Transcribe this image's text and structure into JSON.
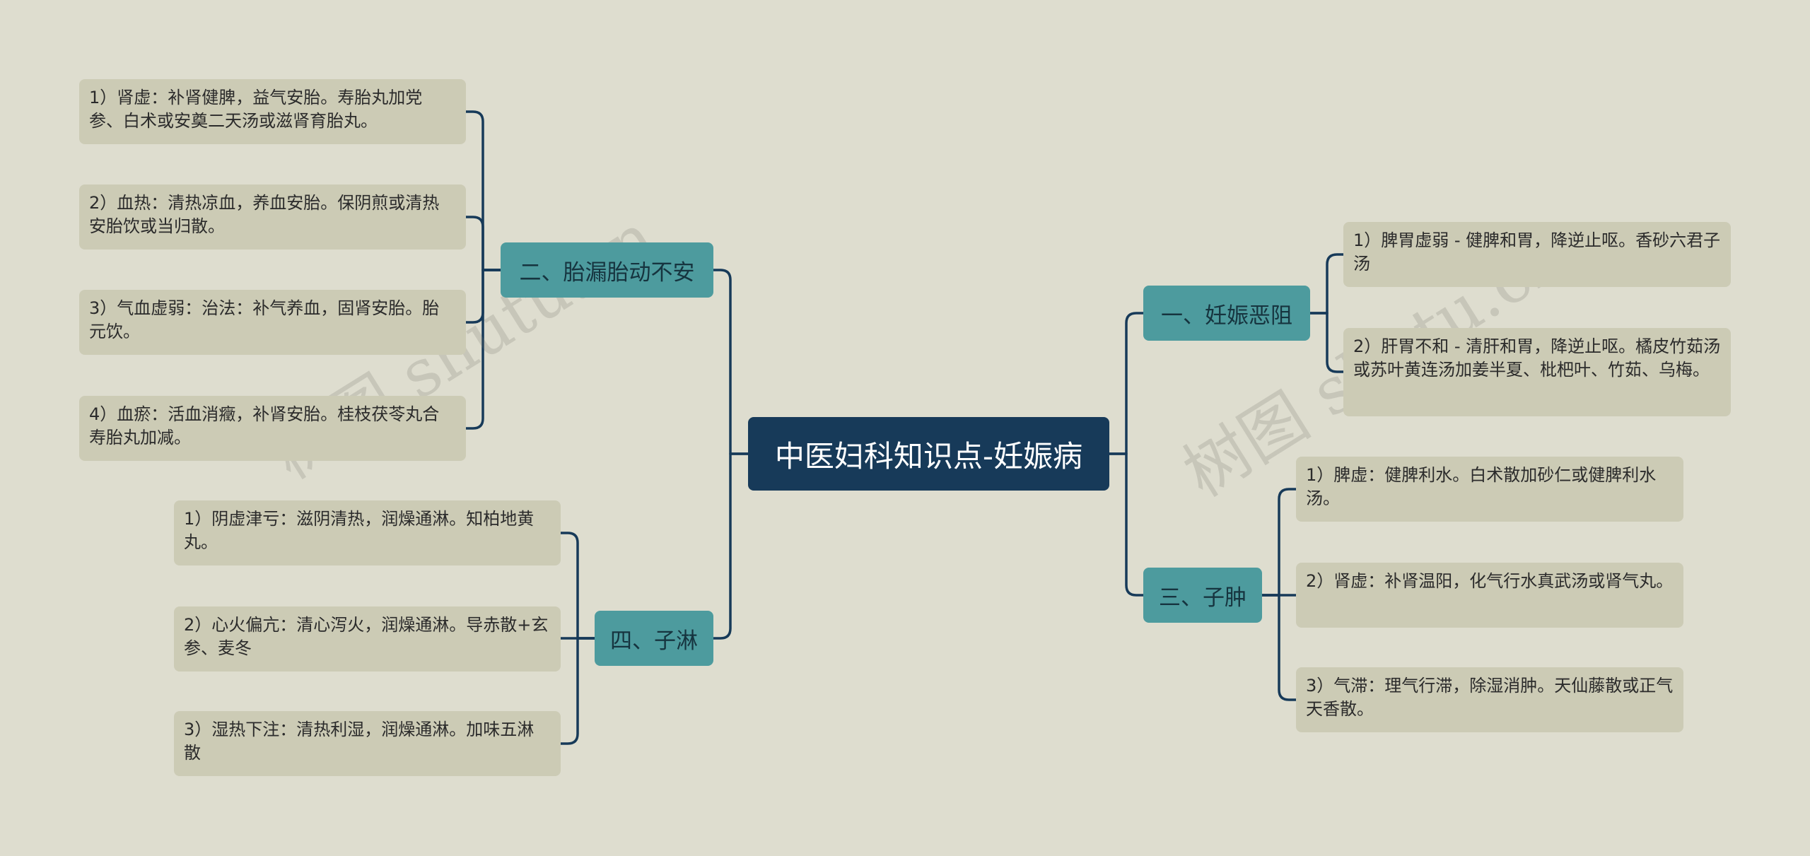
{
  "root": {
    "title": "中医妇科知识点-妊娠病"
  },
  "branches": [
    {
      "label": "一、妊娠恶阻",
      "items": [
        "1）脾胃虚弱 - 健脾和胃，降逆止呕。香砂六君子汤",
        "2）肝胃不和 - 清肝和胃，降逆止呕。橘皮竹茹汤或苏叶黄连汤加姜半夏、枇杷叶、竹茹、乌梅。"
      ]
    },
    {
      "label": "三、子肿",
      "items": [
        "1）脾虚：健脾利水。白术散加砂仁或健脾利水汤。",
        "2）肾虚：补肾温阳，化气行水真武汤或肾气丸。",
        "3）气滞：理气行滞，除湿消肿。天仙藤散或正气天香散。"
      ]
    },
    {
      "label": "二、胎漏胎动不安",
      "items": [
        "1）肾虚：补肾健脾，益气安胎。寿胎丸加党参、白术或安奠二天汤或滋肾育胎丸。",
        "2）血热：清热凉血，养血安胎。保阴煎或清热安胎饮或当归散。",
        "3）气血虚弱：治法：补气养血，固肾安胎。胎元饮。",
        "4）血瘀：活血消癥，补肾安胎。桂枝茯苓丸合寿胎丸加减。"
      ]
    },
    {
      "label": "四、子淋",
      "items": [
        "1）阴虚津亏：滋阴清热，润燥通淋。知柏地黄丸。",
        "2）心火偏亢：清心泻火，润燥通淋。导赤散+玄参、麦冬",
        "3）湿热下注：清热利湿，润燥通淋。加味五淋散"
      ]
    }
  ],
  "watermark": [
    "树图 shutu.cn",
    "树图 shutu.cn"
  ],
  "colors": {
    "background": "#deddcf",
    "root": "#173a59",
    "branch": "#4d9b9e",
    "leaf": "#cccbb5",
    "link": "#173a59"
  }
}
